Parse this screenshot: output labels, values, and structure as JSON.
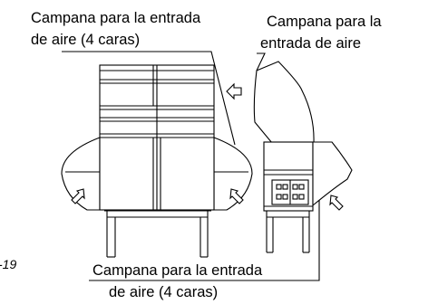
{
  "callouts": {
    "top_left_line1": "Campana para la entrada",
    "top_left_line2": "de aire (4 caras)",
    "top_right_line1": "Campana para la",
    "top_right_line2": "entrada de aire",
    "bottom_line1": "Campana para la entrada",
    "bottom_line2": "de aire (4 caras)"
  },
  "figure_ref": "-19"
}
